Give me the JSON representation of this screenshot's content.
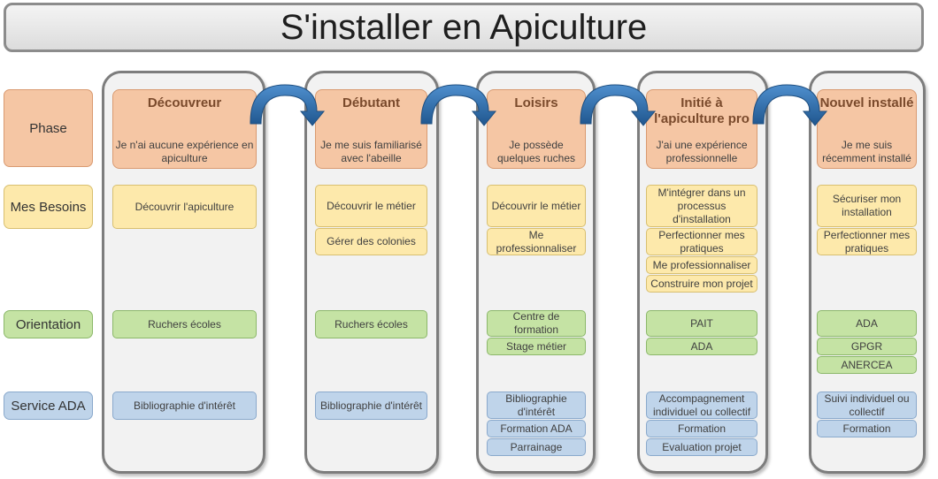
{
  "title": "S'installer en Apiculture",
  "row_labels": {
    "phase": "Phase",
    "besoins": "Mes Besoins",
    "orientation": "Orientation",
    "service": "Service ADA"
  },
  "columns": [
    {
      "phase_title": "Découvreur",
      "phase_desc": "Je n'ai aucune expérience en apiculture",
      "besoins": [
        "Découvrir l'apiculture"
      ],
      "orientation": [
        "Ruchers écoles"
      ],
      "service": [
        "Bibliographie d'intérêt"
      ]
    },
    {
      "phase_title": "Débutant",
      "phase_desc": "Je me suis familiarisé avec l'abeille",
      "besoins": [
        "Découvrir le métier",
        "Gérer des colonies"
      ],
      "orientation": [
        "Ruchers écoles"
      ],
      "service": [
        "Bibliographie d'intérêt"
      ]
    },
    {
      "phase_title": "Loisirs",
      "phase_desc": "Je possède quelques ruches",
      "besoins": [
        "Découvrir le métier",
        "Me professionnaliser"
      ],
      "orientation": [
        "Centre de formation",
        "Stage métier"
      ],
      "service": [
        "Bibliographie d'intérêt",
        "Formation ADA",
        "Parrainage"
      ]
    },
    {
      "phase_title": "Initié à l'apiculture pro",
      "phase_desc": "J'ai une expérience professionnelle",
      "besoins": [
        "M'intégrer dans un processus d'installation",
        "Perfectionner mes pratiques",
        "Me professionnaliser",
        "Construire mon projet"
      ],
      "orientation": [
        "PAIT",
        "ADA"
      ],
      "service": [
        "Accompagnement individuel ou collectif",
        "Formation",
        "Evaluation projet"
      ]
    },
    {
      "phase_title": "Nouvel installé",
      "phase_desc": "Je me suis récemment installé",
      "besoins": [
        "Sécuriser mon installation",
        "Perfectionner mes pratiques"
      ],
      "orientation": [
        "ADA",
        "GPGR",
        "ANERCEA"
      ],
      "service": [
        "Suivi individuel ou collectif",
        "Formation"
      ]
    }
  ],
  "colors": {
    "phase": "#f5c6a4",
    "besoins": "#fde9ab",
    "orientation": "#c5e3a4",
    "service": "#bfd4ea",
    "arrow": "#2e6aa6"
  }
}
